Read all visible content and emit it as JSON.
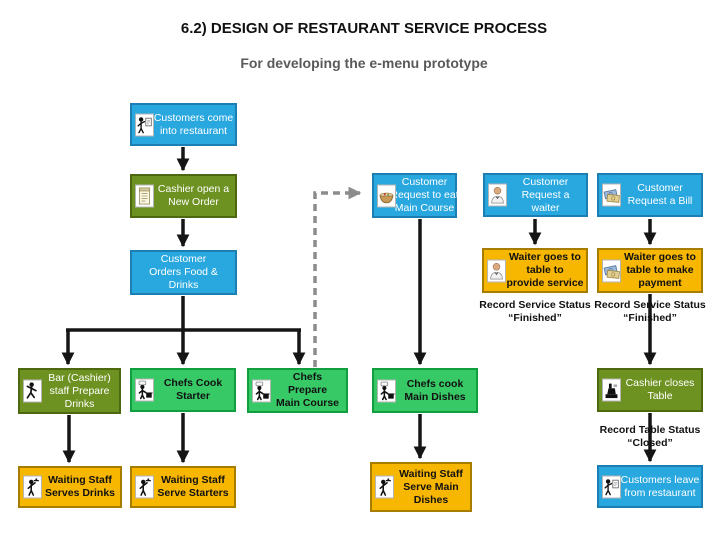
{
  "title": "6.2) DESIGN OF RESTAURANT SERVICE PROCESS",
  "subtitle": "For developing the e-menu prototype",
  "colors": {
    "node_blue": "#29a8e0",
    "node_olive": "#6e9222",
    "node_green": "#38c967",
    "node_yellow": "#f7b600",
    "arrow": "#151515",
    "dashed_arrow": "#8c8c8c",
    "subtitle_gray": "#595959"
  },
  "nodes": {
    "enter": {
      "label": "Customers come\ninto restaurant",
      "icon": "customer-icon"
    },
    "new_order": {
      "label": "Cashier open a\nNew Order",
      "icon": "order-pad-icon"
    },
    "orders_food": {
      "label": "Customer\nOrders Food &\nDrinks",
      "icon": ""
    },
    "request_main": {
      "label": "Customer\nRequest to eat\nMain Course",
      "icon": "food-bowl-icon"
    },
    "request_waiter": {
      "label": "Customer\nRequest a\nwaiter",
      "icon": "waiter-icon"
    },
    "request_bill": {
      "label": "Customer\nRequest a Bill",
      "icon": "money-icon"
    },
    "waiter_service": {
      "label": "Waiter goes to\ntable to\nprovide service",
      "icon": "waiter-icon"
    },
    "waiter_payment": {
      "label": "Waiter goes to\ntable to make\npayment",
      "icon": "money-icon"
    },
    "bar_drinks": {
      "label": "Bar (Cashier)\nstaff Prepare\nDrinks",
      "icon": "bartender-icon"
    },
    "cook_starter": {
      "label": "Chefs Cook\nStarter",
      "icon": "chef-icon"
    },
    "prepare_main": {
      "label": "Chefs\nPrepare\nMain Course",
      "icon": "chef-icon"
    },
    "cook_main": {
      "label": "Chefs cook\nMain Dishes",
      "icon": "chef-icon"
    },
    "close_table": {
      "label": "Cashier closes\nTable",
      "icon": "cash-register-icon"
    },
    "serve_drinks": {
      "label": "Waiting Staff\nServes Drinks",
      "icon": "waiter-tray-icon"
    },
    "serve_starters": {
      "label": "Waiting Staff\nServe Starters",
      "icon": "waiter-tray-icon"
    },
    "serve_main": {
      "label": "Waiting Staff\nServe Main\nDishes",
      "icon": "waiter-tray-icon"
    },
    "leave": {
      "label": "Customers leave\nfrom restaurant",
      "icon": "customer-icon"
    }
  },
  "annotations": {
    "record_service": {
      "line1": "Record Service Status",
      "line2": "“Finished”"
    },
    "record_table": {
      "line1": "Record Table Status",
      "line2": "“Closed”"
    }
  }
}
